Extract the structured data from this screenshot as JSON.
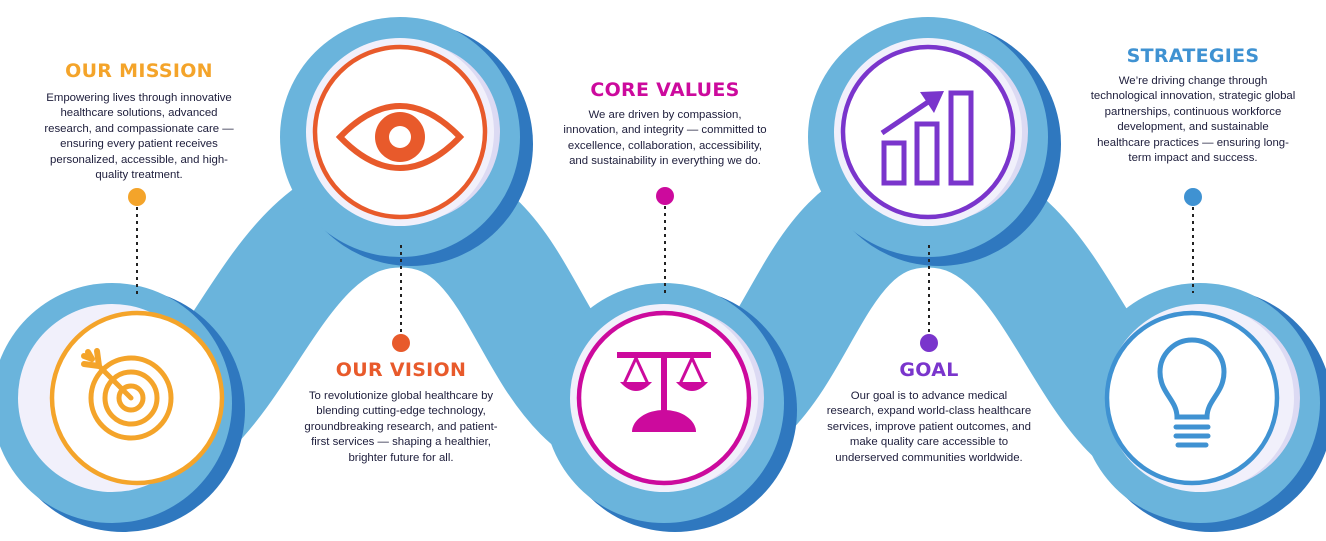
{
  "colors": {
    "connector": "#6ab4dc",
    "shadow": "#2f78bf",
    "ring": "#f1f0fb",
    "mission": "#f4a42a",
    "vision": "#e85a2b",
    "values": "#cc0a9d",
    "goal": "#7a35cc",
    "strategies": "#3f92d2"
  },
  "items": [
    {
      "key": "mission",
      "title": "OUR MISSION",
      "description": "Empowering lives through innovative healthcare solutions, advanced research, and compassionate care — ensuring every patient receives personalized, accessible, and high-quality treatment.",
      "icon": "target-icon",
      "color": "#f4a42a"
    },
    {
      "key": "vision",
      "title": "OUR VISION",
      "description": "To revolutionize global healthcare by blending cutting-edge technology, groundbreaking research, and patient-first services — shaping a healthier, brighter future for all.",
      "icon": "eye-icon",
      "color": "#e85a2b"
    },
    {
      "key": "values",
      "title": "CORE VALUES",
      "description": "We are driven by compassion, innovation, and integrity — committed to excellence, collaboration, accessibility, and sustainability in everything we do.",
      "icon": "scales-icon",
      "color": "#cc0a9d"
    },
    {
      "key": "goal",
      "title": "GOAL",
      "description": "Our goal is to advance medical research, expand world-class healthcare services, improve patient outcomes, and make quality care accessible to underserved communities worldwide.",
      "icon": "growth-chart-icon",
      "color": "#7a35cc"
    },
    {
      "key": "strategies",
      "title": "STRATEGIES",
      "description": "We’re driving change through technological innovation, strategic global partnerships, continuous workforce development, and sustainable healthcare practices — ensuring long-term impact and success.",
      "icon": "lightbulb-icon",
      "color": "#3f92d2"
    }
  ]
}
